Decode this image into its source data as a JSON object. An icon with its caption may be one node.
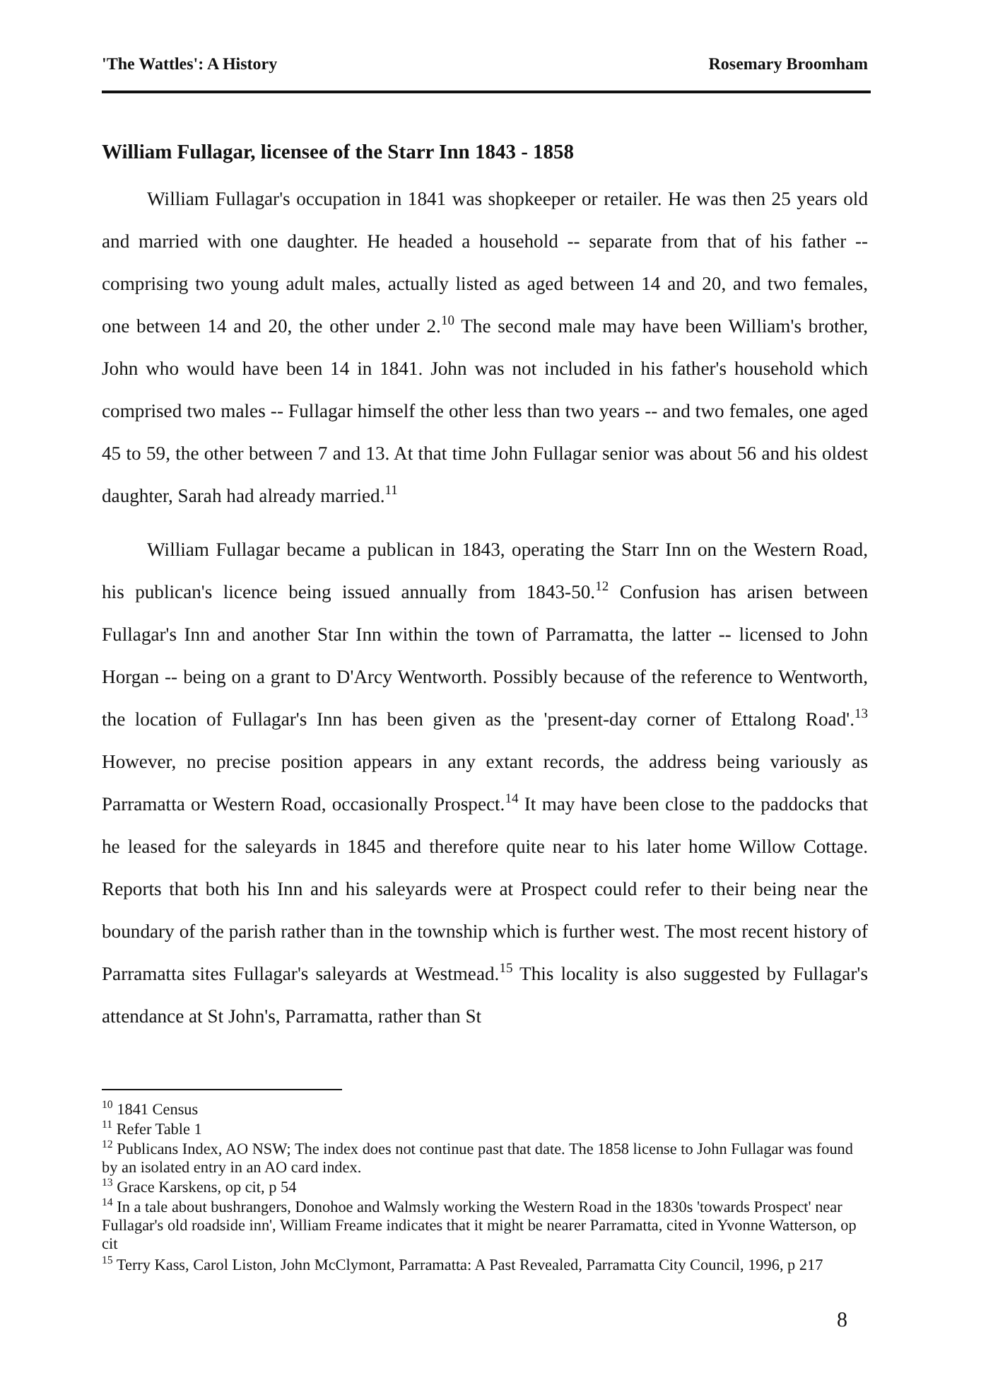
{
  "diagram": {
    "title": "William Fullagar, licensee of the Starr Inn 1843 - 1858",
    "labels": [
      "'The Wattles': A History",
      "Rosemary Broomham",
      "William Fullagar's occupation in 1841 was shopkeeper or retailer. He was then 25 years old and married with one daughter. He headed a household -- separate from that of his father -- comprising two young adult males, actually listed as aged between 14 and 20, and two females, one between 14 and 20, the other under 2.$^{10}$ The second male may have been William's brother, John who would have been 14 in 1841. John was not included in his father's household which comprised two males -- Fullagar himself the other less than two years -- and two females, one aged 45 to 59, the other between 7 and 13. At that time John Fullagar senior was about 56 and his oldest daughter, Sarah had already married.$^{11}$",
      "William Fullagar became a publican in 1843, operating the Starr Inn on the Western Road, his publican's licence being issued annually from 1843-50.$^{12}$ Confusion has arisen between Fullagar's Inn and another Star Inn within the town of Parramatta, the latter -- licensed to John Horgan -- being on a grant to D'Arcy Wentworth. Possibly because of the reference to Wentworth, the location of Fullagar's Inn has been given as the 'present-day corner of Ettalong Road'.$^{13}$ However, no precise position appears in any extant records, the address being variously as Parramatta or Western Road, occasionally Prospect.$^{14}$ It may have been close to the paddocks that he leased for the saleyards in 1845 and therefore quite near to his later home Willow Cottage. Reports that both his Inn and his saleyards were at Prospect could refer to their being near the boundary of the parish rather than in the township which is further west. The most recent history of Parramatta sites Fullagar's saleyards at Westmead.$^{15}$ This locality is also suggested by Fullagar's attendance at St John's, Parramatta, rather than St",
      "$^{10}$ 1841 Census",
      "$^{11}$ Refer Table 1",
      "$^{12}$ Publicans Index, AO NSW; The index does not continue past that date. The 1858 license to John Fullagar was found by an isolated entry in an AO card index.",
      "$^{13}$ Grace Karskens, op cit, p 54",
      "$^{14}$ In a tale about bushrangers, Donohoe and Walmsly working the Western Road in the 1830s 'towards Prospect' near Fullagar's old roadside inn', William Freame indicates that it might be nearer Parramatta, cited in Yvonne Watterson, op cit",
      "$^{15}$ Terry Kass, Carol Liston, John McClymont, Parramatta: A Past Revealed, Parramatta City Council, 1996, p 217",
      "8"
    ]
  }
}
